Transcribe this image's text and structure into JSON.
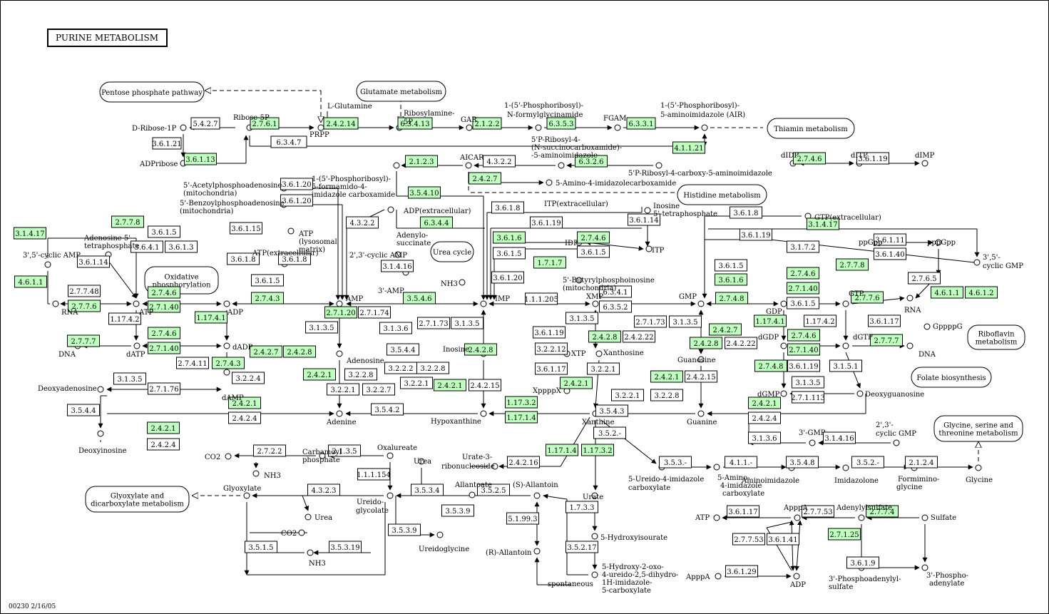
{
  "title": "PURINE METABOLISM",
  "footer": "00230  2/16/05",
  "colors": {
    "enzyme_present": "#bfffbf",
    "enzyme_absent": "#ffffff",
    "line": "#000000"
  },
  "maps": [
    {
      "t": "Pentose phosphate pathway"
    },
    {
      "t": "Glutamate metabolism"
    },
    {
      "t": "Thiamin metabolism"
    },
    {
      "t": "Histidine metabolism"
    },
    {
      "t": "Urea cycle"
    },
    {
      "t": "Oxidative\nphosphorylation"
    },
    {
      "t": "Riboflavin\nmetabolism"
    },
    {
      "t": "Folate biosynthesis"
    },
    {
      "t": "Glycine, serine and\nthreonine metabolism"
    },
    {
      "t": "Glyoxylate and\ndicarboxylate metabolism"
    }
  ],
  "enzymes": [
    {
      "t": "5.4.2.7",
      "g": false
    },
    {
      "t": "2.7.6.1",
      "g": true
    },
    {
      "t": "2.4.2.14",
      "g": true
    },
    {
      "t": "6.3.4.13",
      "g": true
    },
    {
      "t": "2.1.2.2",
      "g": true
    },
    {
      "t": "6.3.5.3",
      "g": true
    },
    {
      "t": "6.3.3.1",
      "g": true
    },
    {
      "t": "3.6.1.21",
      "g": false
    },
    {
      "t": "3.6.1.13",
      "g": true
    },
    {
      "t": "6.3.4.7",
      "g": false
    },
    {
      "t": "4.1.1.21",
      "g": true
    },
    {
      "t": "2.1.2.3",
      "g": true
    },
    {
      "t": "4.3.2.2",
      "g": false
    },
    {
      "t": "6.3.2.6",
      "g": true
    },
    {
      "t": "2.4.2.7",
      "g": true
    },
    {
      "t": "2.7.4.6",
      "g": true
    },
    {
      "t": "3.6.1.19",
      "g": false
    },
    {
      "t": "3.6.1.20",
      "g": false
    },
    {
      "t": "3.6.1.20",
      "g": false
    },
    {
      "t": "3.5.4.10",
      "g": true
    },
    {
      "t": "6.3.4.4",
      "g": true
    },
    {
      "t": "4.3.2.2",
      "g": false
    },
    {
      "t": "3.6.1.8",
      "g": false
    },
    {
      "t": "3.6.1.19",
      "g": false
    },
    {
      "t": "3.6.1.14",
      "g": false
    },
    {
      "t": "3.6.1.8",
      "g": false
    },
    {
      "t": "3.1.4.17",
      "g": true
    },
    {
      "t": "3.1.4.17",
      "g": true
    },
    {
      "t": "2.7.7.8",
      "g": true
    },
    {
      "t": "3.6.1.5",
      "g": false
    },
    {
      "t": "3.6.4.1",
      "g": false
    },
    {
      "t": "3.6.1.3",
      "g": false
    },
    {
      "t": "3.6.1.15",
      "g": false
    },
    {
      "t": "3.6.1.8",
      "g": false
    },
    {
      "t": "3.6.1.8",
      "g": false
    },
    {
      "t": "3.6.1.14",
      "g": false
    },
    {
      "t": "4.6.1.1",
      "g": true
    },
    {
      "t": "2.7.7.48",
      "g": false
    },
    {
      "t": "2.7.7.6",
      "g": true
    },
    {
      "t": "2.7.4.6",
      "g": true
    },
    {
      "t": "2.7.1.40",
      "g": true
    },
    {
      "t": "3.6.1.5",
      "g": false
    },
    {
      "t": "2.7.4.3",
      "g": true
    },
    {
      "t": "1.17.4.2",
      "g": false
    },
    {
      "t": "1.17.4.1",
      "g": true
    },
    {
      "t": "2.7.4.6",
      "g": true
    },
    {
      "t": "2.7.1.40",
      "g": true
    },
    {
      "t": "2.7.7.7",
      "g": true
    },
    {
      "t": "2.7.4.11",
      "g": false
    },
    {
      "t": "2.7.4.3",
      "g": true
    },
    {
      "t": "3.1.3.5",
      "g": false
    },
    {
      "t": "2.7.1.76",
      "g": false
    },
    {
      "t": "3.5.4.4",
      "g": false
    },
    {
      "t": "2.4.2.1",
      "g": true
    },
    {
      "t": "2.4.2.4",
      "g": false
    },
    {
      "t": "2.4.2.1",
      "g": true
    },
    {
      "t": "2.4.2.4",
      "g": false
    },
    {
      "t": "3.2.2.4",
      "g": false
    },
    {
      "t": "2.4.2.7",
      "g": true
    },
    {
      "t": "2.4.2.8",
      "g": true
    },
    {
      "t": "2.4.2.1",
      "g": true
    },
    {
      "t": "3.2.2.1",
      "g": false
    },
    {
      "t": "3.2.2.7",
      "g": false
    },
    {
      "t": "3.2.2.8",
      "g": false
    },
    {
      "t": "3.5.4.2",
      "g": false
    },
    {
      "t": "3.5.4.4",
      "g": false
    },
    {
      "t": "3.1.3.5",
      "g": false
    },
    {
      "t": "3.1.3.6",
      "g": false
    },
    {
      "t": "2.7.1.20",
      "g": true
    },
    {
      "t": "2.7.1.74",
      "g": false
    },
    {
      "t": "3.5.4.6",
      "g": true
    },
    {
      "t": "3.1.4.16",
      "g": false
    },
    {
      "t": "2.7.1.73",
      "g": false
    },
    {
      "t": "3.1.3.5",
      "g": false
    },
    {
      "t": "2.4.2.8",
      "g": true
    },
    {
      "t": "3.2.2.2",
      "g": false
    },
    {
      "t": "3.2.2.8",
      "g": false
    },
    {
      "t": "3.2.2.1",
      "g": false
    },
    {
      "t": "2.4.2.1",
      "g": true
    },
    {
      "t": "2.4.2.15",
      "g": false
    },
    {
      "t": "3.6.1.6",
      "g": true
    },
    {
      "t": "3.6.1.5",
      "g": false
    },
    {
      "t": "2.7.4.6",
      "g": true
    },
    {
      "t": "3.6.1.5",
      "g": false
    },
    {
      "t": "1.7.1.7",
      "g": true
    },
    {
      "t": "3.6.1.20",
      "g": false
    },
    {
      "t": "1.1.1.205",
      "g": false
    },
    {
      "t": "1.17.3.2",
      "g": true
    },
    {
      "t": "1.17.1.4",
      "g": true
    },
    {
      "t": "3.6.1.19",
      "g": false
    },
    {
      "t": "3.1.3.5",
      "g": false
    },
    {
      "t": "2.4.2.8",
      "g": true
    },
    {
      "t": "3.2.2.12",
      "g": false
    },
    {
      "t": "3.6.1.17",
      "g": false
    },
    {
      "t": "3.2.2.1",
      "g": false
    },
    {
      "t": "2.4.2.1",
      "g": true
    },
    {
      "t": "6.3.4.1",
      "g": false
    },
    {
      "t": "6.3.5.2",
      "g": false
    },
    {
      "t": "2.7.1.73",
      "g": false
    },
    {
      "t": "3.1.3.5",
      "g": false
    },
    {
      "t": "2.4.2.22",
      "g": false
    },
    {
      "t": "2.4.2.7",
      "g": true
    },
    {
      "t": "2.4.2.8",
      "g": true
    },
    {
      "t": "2.4.2.22",
      "g": false
    },
    {
      "t": "2.4.2.1",
      "g": true
    },
    {
      "t": "2.4.2.15",
      "g": false
    },
    {
      "t": "3.2.2.1",
      "g": false
    },
    {
      "t": "3.2.2.8",
      "g": false
    },
    {
      "t": "3.5.4.3",
      "g": false
    },
    {
      "t": "2.7.4.8",
      "g": true
    },
    {
      "t": "3.6.1.8",
      "g": false
    },
    {
      "t": "3.6.1.19",
      "g": false
    },
    {
      "t": "3.6.1.5",
      "g": false
    },
    {
      "t": "3.6.1.6",
      "g": true
    },
    {
      "t": "3.1.7.2",
      "g": false
    },
    {
      "t": "3.6.1.11",
      "g": false
    },
    {
      "t": "3.6.1.40",
      "g": false
    },
    {
      "t": "2.7.7.8",
      "g": true
    },
    {
      "t": "2.7.6.5",
      "g": false
    },
    {
      "t": "4.6.1.1",
      "g": true
    },
    {
      "t": "4.6.1.2",
      "g": true
    },
    {
      "t": "2.7.4.6",
      "g": true
    },
    {
      "t": "2.7.1.40",
      "g": true
    },
    {
      "t": "3.6.1.5",
      "g": false
    },
    {
      "t": "2.7.7.6",
      "g": true
    },
    {
      "t": "1.17.4.1",
      "g": true
    },
    {
      "t": "1.17.4.2",
      "g": false
    },
    {
      "t": "3.6.1.17",
      "g": false
    },
    {
      "t": "2.7.4.6",
      "g": true
    },
    {
      "t": "2.7.1.40",
      "g": true
    },
    {
      "t": "2.7.7.7",
      "g": true
    },
    {
      "t": "2.7.4.8",
      "g": true
    },
    {
      "t": "3.6.1.19",
      "g": false
    },
    {
      "t": "3.1.5.1",
      "g": false
    },
    {
      "t": "3.1.3.5",
      "g": false
    },
    {
      "t": "2.7.1.113",
      "g": false
    },
    {
      "t": "2.4.2.1",
      "g": true
    },
    {
      "t": "2.4.2.4",
      "g": false
    },
    {
      "t": "3.1.3.6",
      "g": false
    },
    {
      "t": "3.1.4.16",
      "g": false
    },
    {
      "t": "3.5.2.-",
      "g": false
    },
    {
      "t": "3.5.3.-",
      "g": false
    },
    {
      "t": "4.1.1.-",
      "g": false
    },
    {
      "t": "3.5.4.8",
      "g": false
    },
    {
      "t": "3.5.2.-",
      "g": false
    },
    {
      "t": "2.1.2.4",
      "g": false
    },
    {
      "t": "2.4.2.16",
      "g": false
    },
    {
      "t": "1.17.1.4",
      "g": true
    },
    {
      "t": "1.17.3.2",
      "g": true
    },
    {
      "t": "1.7.3.3",
      "g": false
    },
    {
      "t": "3.5.2.17",
      "g": false
    },
    {
      "t": "2.7.2.2",
      "g": false
    },
    {
      "t": "2.1.3.5",
      "g": false
    },
    {
      "t": "1.1.1.154",
      "g": false
    },
    {
      "t": "4.3.2.3",
      "g": false
    },
    {
      "t": "3.5.3.4",
      "g": false
    },
    {
      "t": "3.5.2.5",
      "g": false
    },
    {
      "t": "3.5.3.9",
      "g": false
    },
    {
      "t": "3.5.3.9",
      "g": false
    },
    {
      "t": "5.1.99.3",
      "g": false
    },
    {
      "t": "3.5.1.5",
      "g": false
    },
    {
      "t": "3.5.3.19",
      "g": false
    },
    {
      "t": "3.6.1.17",
      "g": false
    },
    {
      "t": "2.7.7.53",
      "g": false
    },
    {
      "t": "2.7.7.4",
      "g": true
    },
    {
      "t": "2.7.7.53",
      "g": false
    },
    {
      "t": "3.6.1.41",
      "g": false
    },
    {
      "t": "2.7.1.25",
      "g": true
    },
    {
      "t": "3.6.1.29",
      "g": false
    },
    {
      "t": "3.6.1.9",
      "g": false
    }
  ],
  "labels": [
    {
      "t": "D-Ribose-1P"
    },
    {
      "t": "Ribose-5P"
    },
    {
      "t": "PRPP"
    },
    {
      "t": "L-Glutamine"
    },
    {
      "t": "Ribosylamine-"
    },
    {
      "t": "5P"
    },
    {
      "t": "GAR"
    },
    {
      "t": "1-(5'-Phosphoribosyl)-"
    },
    {
      "t": "N-formylglycinamide"
    },
    {
      "t": "FGAM"
    },
    {
      "t": "1-(5'-Phosphoribosyl)-"
    },
    {
      "t": "5-aminoimidazole (AIR)"
    },
    {
      "t": "ADPribose"
    },
    {
      "t": "AICAR"
    },
    {
      "t": "1-(5'-Phosphoribosyl)-"
    },
    {
      "t": "5-formamido-4-"
    },
    {
      "t": "imidazole carboxamide"
    },
    {
      "t": "5'P-Ribosyl-4-"
    },
    {
      "t": "(N-succinocarboxamide)-"
    },
    {
      "t": "-5-aminoimidazole"
    },
    {
      "t": "5'P-Ribosyl-4-carboxy-5-aminoimidazole"
    },
    {
      "t": "5-Amino-4-imidazolecarboxamide"
    },
    {
      "t": "dIDP"
    },
    {
      "t": "dITP"
    },
    {
      "t": "dIMP"
    },
    {
      "t": "5'-Acetylphosphoadenosine"
    },
    {
      "t": "(mitochondria)"
    },
    {
      "t": "5'-Benzoylphosphoadenosine"
    },
    {
      "t": "(mitochondria)"
    },
    {
      "t": "ADP(extracellular)"
    },
    {
      "t": "Adenylo-"
    },
    {
      "t": "succinate"
    },
    {
      "t": "ITP(extracellular)"
    },
    {
      "t": "Inosine"
    },
    {
      "t": "5'-tetraphosphate"
    },
    {
      "t": "GTP(extracellular)"
    },
    {
      "t": "Adenosine 5'-"
    },
    {
      "t": "tetraphosphate"
    },
    {
      "t": "ATP"
    },
    {
      "t": "(lysosomal"
    },
    {
      "t": "matrix)"
    },
    {
      "t": "3',5'-cyclic AMP"
    },
    {
      "t": "ATP(extracellular)"
    },
    {
      "t": "2',3'-cyclic AMP"
    },
    {
      "t": "IDP"
    },
    {
      "t": "ITP"
    },
    {
      "t": "ppGpp"
    },
    {
      "t": "pppGpp"
    },
    {
      "t": "3',5'-"
    },
    {
      "t": "cyclic GMP"
    },
    {
      "t": "3'-AMP"
    },
    {
      "t": "NH3"
    },
    {
      "t": "5'-Butyrylphosphoinosine"
    },
    {
      "t": "(mitochondria)"
    },
    {
      "t": "RNA"
    },
    {
      "t": "ATP"
    },
    {
      "t": "ADP"
    },
    {
      "t": "AMP"
    },
    {
      "t": "IMP"
    },
    {
      "t": "XMP"
    },
    {
      "t": "GMP"
    },
    {
      "t": "GDP"
    },
    {
      "t": "GTP"
    },
    {
      "t": "RNA"
    },
    {
      "t": "dADP"
    },
    {
      "t": "DNA"
    },
    {
      "t": "dATP"
    },
    {
      "t": "dAMP"
    },
    {
      "t": "Deoxyadenosine"
    },
    {
      "t": "Deoxyinosine"
    },
    {
      "t": "Adenosine"
    },
    {
      "t": "Adenine"
    },
    {
      "t": "Inosine"
    },
    {
      "t": "Hypoxanthine"
    },
    {
      "t": "XTP"
    },
    {
      "t": "Xanthosine"
    },
    {
      "t": "XppppX"
    },
    {
      "t": "Xanthine"
    },
    {
      "t": "Guanosine"
    },
    {
      "t": "Guanine"
    },
    {
      "t": "dGDP"
    },
    {
      "t": "dGTP"
    },
    {
      "t": "DNA"
    },
    {
      "t": "GppppG"
    },
    {
      "t": "dGMP"
    },
    {
      "t": "Deoxyguanosine"
    },
    {
      "t": "3'-GMP"
    },
    {
      "t": "2',3'-"
    },
    {
      "t": "cyclic GMP"
    },
    {
      "t": "CO2"
    },
    {
      "t": "NH3"
    },
    {
      "t": "Carbamoyl"
    },
    {
      "t": "phosphate"
    },
    {
      "t": "Oxalureate"
    },
    {
      "t": "Urea"
    },
    {
      "t": "Urate-3-"
    },
    {
      "t": "ribonucleoside"
    },
    {
      "t": "5-Ureido-4-imidazole"
    },
    {
      "t": "carboxylate"
    },
    {
      "t": "5-Amino-"
    },
    {
      "t": "4-imidazole"
    },
    {
      "t": "carboxylate"
    },
    {
      "t": "Aminoimidazole"
    },
    {
      "t": "Imidazolone"
    },
    {
      "t": "Formimino-"
    },
    {
      "t": "glycine"
    },
    {
      "t": "Glycine"
    },
    {
      "t": "Glyoxylate"
    },
    {
      "t": "Ureido-"
    },
    {
      "t": "glycolate"
    },
    {
      "t": "Allantoate"
    },
    {
      "t": "(S)-Allantoin"
    },
    {
      "t": "Urate"
    },
    {
      "t": "Urea"
    },
    {
      "t": "CO2"
    },
    {
      "t": "NH3"
    },
    {
      "t": "Ureidoglycine"
    },
    {
      "t": "(R)-Allantoin"
    },
    {
      "t": "5-Hydroxyisourate"
    },
    {
      "t": "5-Hydroxy-2-oxo-"
    },
    {
      "t": "4-ureido-2,5-dihydro-"
    },
    {
      "t": "1H-imidazole-"
    },
    {
      "t": "5-carboxylate"
    },
    {
      "t": "spontaneous"
    },
    {
      "t": "ATP"
    },
    {
      "t": "ApppA"
    },
    {
      "t": "Adenylylsulfate"
    },
    {
      "t": "Sulfate"
    },
    {
      "t": "ADP"
    },
    {
      "t": "ApppA"
    },
    {
      "t": "3'-Phosphoadenylyl-"
    },
    {
      "t": "sulfate"
    },
    {
      "t": "3'-Phospho-"
    },
    {
      "t": "adenylate"
    }
  ]
}
